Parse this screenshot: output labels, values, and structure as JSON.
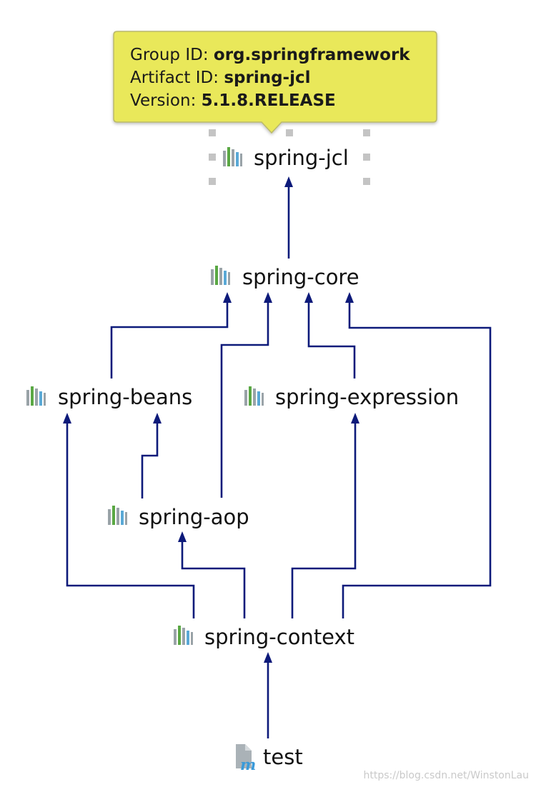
{
  "tooltip": {
    "group_label": "Group ID: ",
    "group_value": "org.springframework",
    "artifact_label": "Artifact ID: ",
    "artifact_value": "spring-jcl",
    "version_label": "Version: ",
    "version_value": "5.1.8.RELEASE"
  },
  "nodes": {
    "jcl": "spring-jcl",
    "core": "spring-core",
    "beans": "spring-beans",
    "expression": "spring-expression",
    "aop": "spring-aop",
    "context": "spring-context",
    "test": "test"
  },
  "module_icon_letter": "m",
  "watermark": "https://blog.csdn.net/WinstonLau",
  "colors": {
    "edge": "#0d1a7a",
    "tooltip_bg": "#e9e85a",
    "tooltip_border": "#b9b86a",
    "icon_gray": "#9aa3a8",
    "icon_green": "#5aa844",
    "icon_blue": "#5aa9d6",
    "module_icon_blue": "#3a9ad9"
  }
}
